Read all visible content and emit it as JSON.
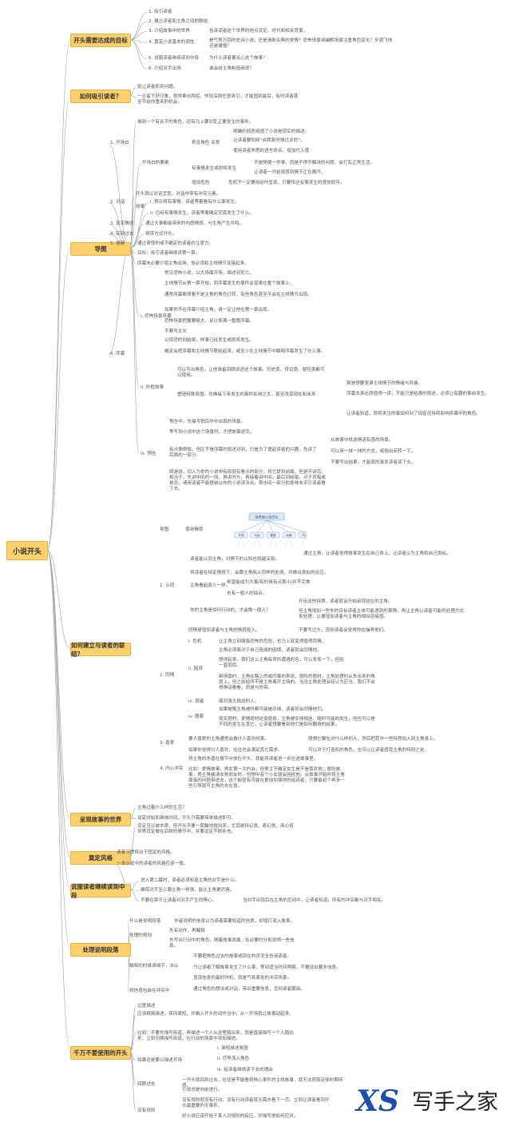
{
  "root": "小说开头",
  "topics": [
    {
      "label": "开头需要达成的目标"
    },
    {
      "label": "如何吸引读者？"
    },
    {
      "label": "导图"
    },
    {
      "label": "如何建立与读者的联结？"
    },
    {
      "label": "呈现故事的世界"
    },
    {
      "label": "奠定风格"
    },
    {
      "label": "说服读者继续读到中段"
    },
    {
      "label": "处理说明段落"
    },
    {
      "label": "千万不要使用的开头"
    }
  ],
  "nodes": [
    {
      "t": "1. 吸引读者"
    },
    {
      "t": "2. 建立读者和主角之间的联结"
    },
    {
      "t": "3. 介绍故事中的世界"
    },
    {
      "t": "告诉读者这个世界的地点设定、时代和相关背景。"
    },
    {
      "t": "4. 奠定小说基本的调性"
    },
    {
      "t": "是气势万钧的史诗小说，还是清新古典的爱情？恐怖场景或幽默场景注重角色变化？步调飞快还是缓慢？"
    },
    {
      "t": "5. 说服读者继续读到中段"
    },
    {
      "t": "为什么读者要关心这个故事？"
    },
    {
      "t": "6. 介绍对手出场"
    },
    {
      "t": "谁会给主角制造麻烦？"
    },
    {
      "t": "别让读者抓到问题。"
    },
    {
      "t": "一旦留下好印象，就得拿出两招，作加深两任意吸引，才能固到最后，有时读者甚至不给你重来的机会。"
    },
    {
      "t": "描到一个有名字的角色，还有马上要对乱正要发生的事件。"
    },
    {
      "t": "1. 开场白"
    },
    {
      "t": "称念角色 名称"
    },
    {
      "t": "明确的邪恶组造了小说是现实的描述。"
    },
    {
      "t": "让读者要知晓“自我复时掉过评的”。"
    },
    {
      "t": "使用读者熟悉的语言命名，增加代入感"
    },
    {
      "t": "开场白的要素"
    },
    {
      "t": "有事情发生或即将发生"
    },
    {
      "t": "不是随便一件事，而是不得不解决的问题、会打乱正常生活。"
    },
    {
      "t": "让读者一开始就感到情节正在展开。"
    },
    {
      "t": "增加危险"
    },
    {
      "t": "危机不一定要用动作呈现，只要传达有事发生的感觉即可。"
    },
    {
      "t": "2. 对话"
    },
    {
      "t": "开头就以对话呈现，对话中带有冲突元素。"
    },
    {
      "t": "效果"
    },
    {
      "t": "i. 预示将有事情，读者等着看有什么事发生。"
    },
    {
      "t": "ii. 已经有事情发生，读者等着确定究竟发生了什么。"
    },
    {
      "t": "3. 真实情感"
    },
    {
      "t": "通过大事都能带来的内感情感，与生角产生共鸣。"
    },
    {
      "t": "4. 回到过去"
    },
    {
      "t": "倒序方式开头。"
    },
    {
      "t": "5. 悬疑"
    },
    {
      "t": "通过奇怪的或不确定的读者的注意力。"
    },
    {
      "t": "目标：吸引读者继续读第一章。"
    },
    {
      "t": "序幕未必要介绍主角出场，但必须和主线情节连接起来。"
    },
    {
      "t": "6. 序幕"
    },
    {
      "t": "i. 恐怖场景序幕"
    },
    {
      "t": "常见恐怖小说，以大场面开场，描述到死亡。"
    },
    {
      "t": "主线情节从第一章开始，而序幕发生的事件会笼罩在整个故事上。"
    },
    {
      "t": "通常序幕都须看不是主角的角色打转，有些角色甚至不会在主线情节出现。"
    },
    {
      "t": "如果你不在序幕介绍主角，请一定让他在第一章出现。"
    },
    {
      "t": "恐怖场景把握要够大，足以撑满一整篇序幕。"
    },
    {
      "t": "不要写太长"
    },
    {
      "t": "以惊恐的别结尾，样事已经发生或即将发生。"
    },
    {
      "t": "确定会把序幕和主线情节联结起来，或至少在主线情节中解释序幕发生了什么事。"
    },
    {
      "t": "ii. 外框故事"
    },
    {
      "t": "可以写出角色，让他准备回顾讲述这个故事。历史类、传记类、冒险类都可以使用。"
    },
    {
      "t": "塑造特殊氛围，仿佛接下来发生的事件影响之大，甚至改变现在和未来"
    },
    {
      "t": "爽是想要笼罩主线情节的情绪与风格。"
    },
    {
      "t": "序幕本身必须值得一读，不能只是枯燥的叙述，必须让有趣的事前发生。"
    },
    {
      "t": "让读者知道，即将发生的事如何到了现在还持续影响序幕中的角色。"
    },
    {
      "t": "iii. 预告"
    },
    {
      "t": "预告中，先描写稍后作中出现的场景。"
    },
    {
      "t": "等写到小说中这个场景时，才把故事说完。"
    },
    {
      "t": "有点像倒叙，但区不是序幕的叙述对到，只是为了提起读者的兴趣，先讲了后面的一部分。"
    },
    {
      "t": "从故事中挑选情谊有感的场景。"
    },
    {
      "t": "可以用一抹一抹的方式，或抛出反转一下。"
    },
    {
      "t": "不要写出结果，才能真的激发读者读下去。"
    },
    {
      "t": "既是说，切入为你的小说中有段很有看点的部分，将它提到前面，但是不讲完。相当于，先讲中间的一段，再讲开头，再接着讲中间，最后到结尾。对于背暗或悬念，请用读者不能提前公布的小说读法合，章中间一部分的意味未乎引读者看下去。"
    },
    {
      "t": "导图"
    },
    {
      "t": "使用情境"
    },
    {
      "t": "1. 认同"
    },
    {
      "t": "读者能认同主角，对情节的认知也就越深刻。"
    },
    {
      "t": "通过主角，让读者觉得故事发生在自己身上。让读者认为主角和自己类似。"
    },
    {
      "t": "将读者在特定情境下，会跟主角陷入同样的处境，并做出类似的反应。"
    },
    {
      "t": "主角看起真人一样。"
    },
    {
      "t": "希望能成为大事/有时候有点那小/并不完美"
    },
    {
      "t": "也有一般人的缺点。"
    },
    {
      "t": "你的主角是如何行动的，才会像一般人？"
    },
    {
      "t": "开出这些特质，读者就会开始审视这位的主角。"
    },
    {
      "t": "但主角增加一些你的目标读者主体可能遇到的事情，再让主角以读者可能的处理方式来处理，以便增加读者与主角的相似连接感。"
    },
    {
      "t": "同情是增加读者与主角的情感投入。"
    },
    {
      "t": "不要写过头，否则读者会觉得你在操弄他们。"
    },
    {
      "t": "i. 危机"
    },
    {
      "t": "让主角立刻面临恐怖的危险，也马上就变得值得同情。"
    },
    {
      "t": "ii. 困境"
    },
    {
      "t": "主角必须面对于自己造成的困境，读者就会同情他。"
    },
    {
      "t": "想得起来，我们这么主角每项所遭遇的苦。可以发挥一下，但别一直抱怨。"
    },
    {
      "t": "新场景时，主角在路上的或同事的来说，冒险的题材，主角处理时从失出来的角度上，但之前给所不是主角离开主场的。当当主角处理会经认为应当，我们不会得情谅看看，而是与你带。"
    },
    {
      "t": "2. 同情"
    },
    {
      "t": "iii. 弱者"
    },
    {
      "t": "面对强大挑战的人。"
    },
    {
      "t": "iv. 圈套"
    },
    {
      "t": "如果被冤主角被时都可能被杀掉，读者就会同情他们。"
    },
    {
      "t": "现实题材，爱情题材这类使用，主角被安排相信，随时可能的发生，但也可以是不同的发生在其它，让读者想要看到他们是如何翻身的结果。"
    },
    {
      "t": "3. 喜爱"
    },
    {
      "t": "要人喜爱的主角通常会做讨人喜欢的事。"
    },
    {
      "t": "想想它要在对什么样的人，然后把其中一些特质加入到主角身上。"
    },
    {
      "t": "如果你觉得讨人喜欢，往往也会满足其它需求。"
    },
    {
      "t": "可以对于打造机的角色，也可以让读者感受主角的特别之处。"
    },
    {
      "t": "4. 内心冲突"
    },
    {
      "t": "将主角的矛盾在情节中放在开头，就能将读者进一步拉进故事里。"
    },
    {
      "t": "比如：爱情故事，男女第一次约会，但男主不确定女生是不是喜欢他；冒险故事，男主角被请去救朋友时，但想中有个小女朋会困扰他。从故事开始时将主角面临的问题带进去，这个秘密有可能在更加加强地的给读者，只要最初个再多一些引导就可主角的去在意。"
    },
    {
      "t": "主角过着什么样的生活？"
    },
    {
      "t": "设定时始和具体时间，开头只需要简单描述即可。"
    },
    {
      "t": "设定可以被本章，但开头不要一股脑地抛出来，尤其是科幻类、奇幻类，用心将世界设定做在后续的情节中，并要设定不断补充。"
    },
    {
      "t": "读者习惯将出于固定的风格。"
    },
    {
      "t": "一本小说中的读者的风格应该一致。"
    },
    {
      "t": "进入第二幕时，读者必须知道主角的对手是什么。"
    },
    {
      "t": "确保对手至少跟主角一样强，能比主角更厉害。"
    },
    {
      "t": "不要在章节让读者对对手产生同情心。"
    },
    {
      "t": "当对手出现后在主角的互动中，让读者知道，所有的冲突都与对手相关。"
    },
    {
      "t": "什么是说明段落"
    },
    {
      "t": "作者说明的信息以为读者需要知道的信息，却增打读入故事。"
    },
    {
      "t": "处理的规则"
    },
    {
      "t": "先有动作，再解释"
    },
    {
      "t": "先写出行动中的角色，随着故事发展，在必要时分批说明一些信息。"
    },
    {
      "t": "解释的时候请细节，冰山"
    },
    {
      "t": "不要把角色过去的故事或现在的状况全告诉读者。"
    },
    {
      "t": "只让读者了解故事发生了什么事，等到适当时间再解，不要说出要多信息。"
    },
    {
      "t": "将信息包装在冲突中"
    },
    {
      "t": "显现信息的最好时机，就是气氛紧张的冲突场景。"
    },
    {
      "t": "通过角色的想法或对话，带出重要信息，否则读者跟阅。"
    },
    {
      "t": "过度描述"
    },
    {
      "t": "应该精简描述，保持简短，并融入开头的动作当中，从一开场就让故事动起来。"
    },
    {
      "t": "比如：不要先描写街道，再描述一个人从这里路出来，而是直接描写一个人跑出来，立刻切换描写街道，在行动的场景中添加描述。"
    },
    {
      "t": "如果还是要以描述开场"
    },
    {
      "t": "i. 简短描述氛围"
    },
    {
      "t": "ii. 尽早加入角色"
    },
    {
      "t": "iii. 给读者继续读下去的理由"
    },
    {
      "t": "回顾过去"
    },
    {
      "t": "一开头就回到过去，往往是不能看到核心事件的主线故事，就无法获取足够的期待感。"
    },
    {
      "t": "小说总是向前进行。"
    },
    {
      "t": "没有规则"
    },
    {
      "t": "没有规则就没有行动，没有行动读者就无需去看下一页。立刻让读者看到开头最重要的无事件。"
    },
    {
      "t": "好小说应该开始于某人对规则的反应，并描写他如何应对。"
    }
  ],
  "mini_map": {
    "center": "世界观小说开头",
    "children": [
      "开场",
      "对话",
      "悬疑",
      "序幕",
      "内心"
    ]
  },
  "watermark": {
    "brand": "XS",
    "text": "写手之家"
  },
  "colors": {
    "topic_fill": "#fcd06b",
    "topic_border": "#e6b247",
    "line": "#a0a0a0",
    "text": "#555555",
    "brand_blue": "#1f4fa8"
  }
}
